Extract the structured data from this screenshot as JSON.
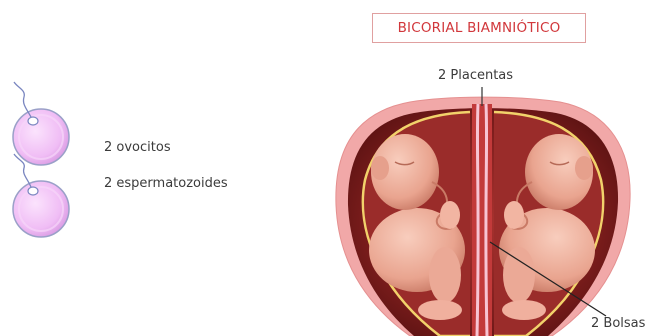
{
  "title": "BICORIAL BIAMNIÓTICO",
  "labels": {
    "ovocitos": "2 ovocitos",
    "espermatozoides": "2 espermatozoides",
    "placentas": "2 Placentas",
    "bolsas": "2 Bolsas"
  },
  "colors": {
    "title_text": "#d1373b",
    "title_border": "#e0a0a0",
    "cell_fill": "#f3c6f7",
    "uterus_outer": "#f1a8a8",
    "uterus_inner": "#7e1f1f",
    "amniotic_line": "#f2d26b",
    "fetus_skin": "#f0b09e"
  },
  "icons": [
    "ovum-icon",
    "sperm-icon",
    "fetus-icon"
  ]
}
